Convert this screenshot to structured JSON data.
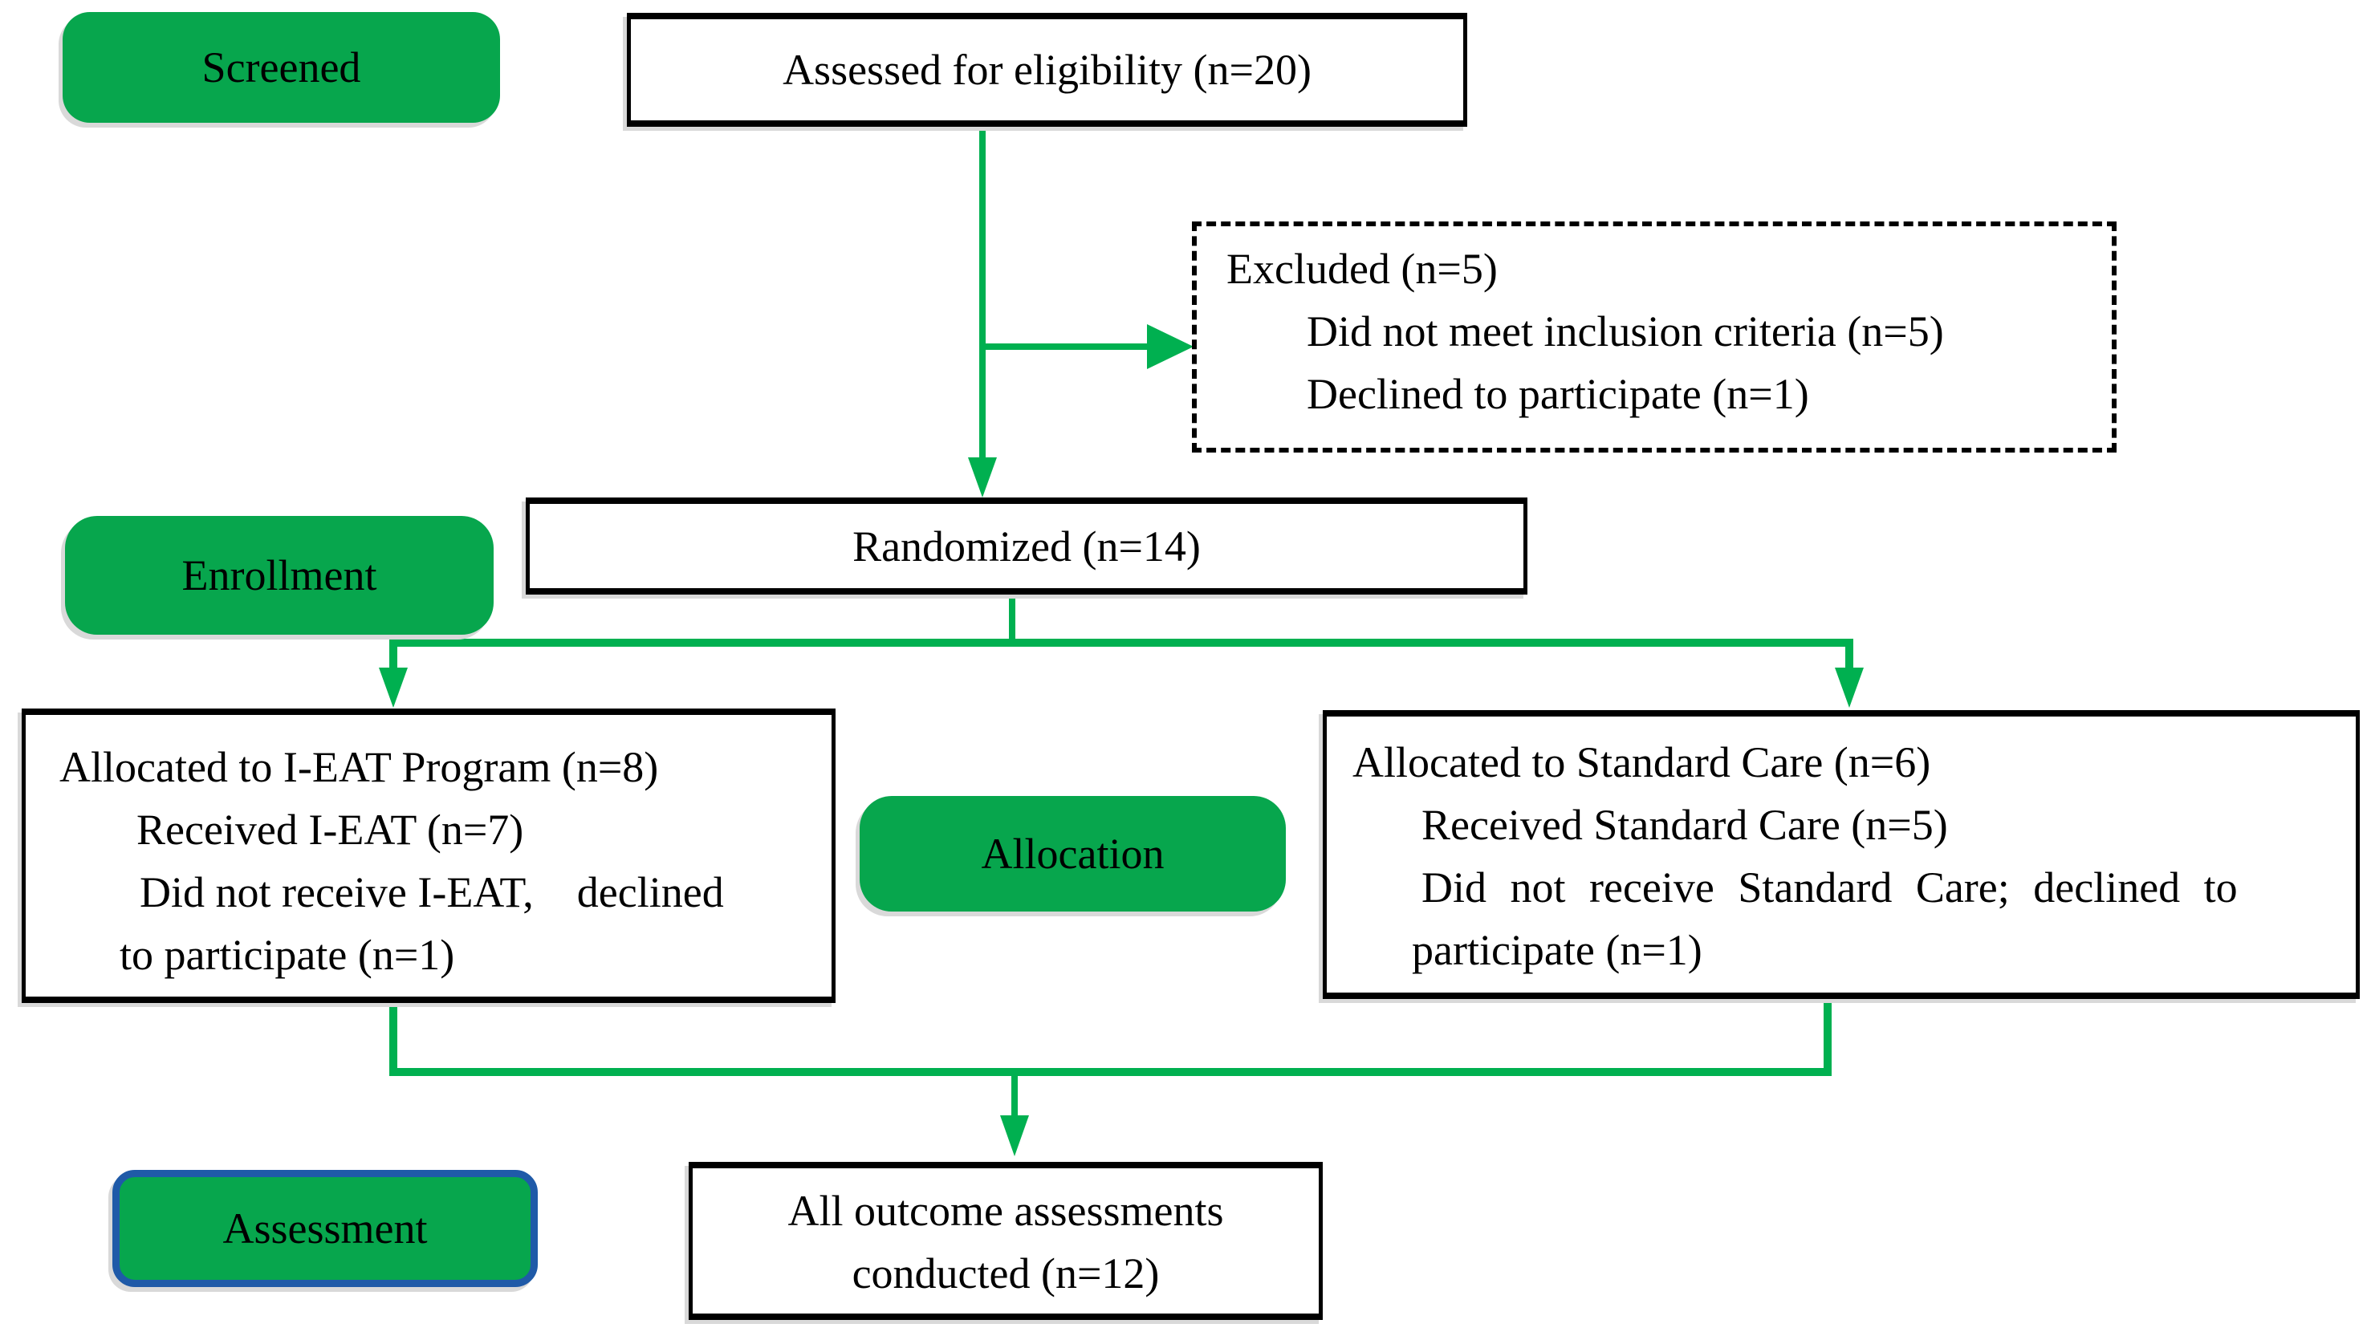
{
  "figure": {
    "type": "consort-flow-diagram",
    "palette": {
      "box_green": "#07a64d",
      "line_green": "#00b050",
      "border_black": "#000000",
      "assessment_border_blue": "#1f5aa8"
    },
    "stage_labels": {
      "screened": "Screened",
      "enrollment": "Enrollment",
      "allocation": "Allocation",
      "assessment": "Assessment"
    },
    "boxes": {
      "eligibility": {
        "text": "Assessed for eligibility (n=20)"
      },
      "excluded": {
        "title": "Excluded (n=5)",
        "reasons": [
          "Did not meet inclusion criteria (n=5)",
          "Declined to participate (n=1)"
        ]
      },
      "randomized": {
        "text": "Randomized (n=14)"
      },
      "ieat_allocation": {
        "line1": "Allocated to I-EAT Program (n=8)",
        "line2": "Received I-EAT (n=7)",
        "line3": "Did not receive I-EAT,    declined",
        "line4": "to participate (n=1)"
      },
      "standard_allocation": {
        "line1": "Allocated to Standard Care (n=6)",
        "line2": "Received Standard Care (n=5)",
        "line3": "Did not receive Standard Care; declined to",
        "line4": "participate (n=1)"
      },
      "outcome": {
        "line1": "All outcome assessments",
        "line2": "conducted (n=12)"
      }
    }
  }
}
